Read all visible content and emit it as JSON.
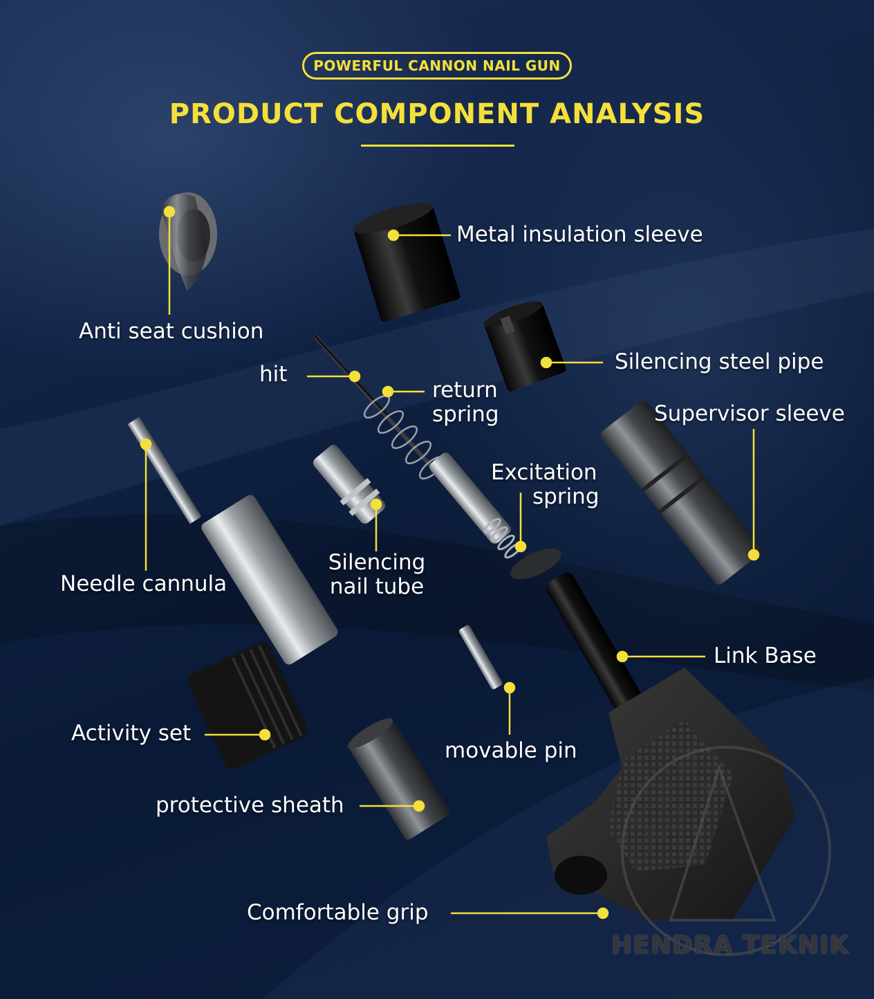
{
  "header": {
    "tag": "POWERFUL CANNON NAIL GUN",
    "title": "PRODUCT COMPONENT ANALYSIS"
  },
  "labels": {
    "metal_insulation_sleeve": "Metal insulation sleeve",
    "anti_seat_cushion": "Anti seat cushion",
    "silencing_steel_pipe": "Silencing steel pipe",
    "hit": "hit",
    "return_spring_l1": "return",
    "return_spring_l2": "spring",
    "supervisor_sleeve": "Supervisor sleeve",
    "excitation_spring_l1": "Excitation",
    "excitation_spring_l2": "spring",
    "silencing_nail_tube_l1": "Silencing",
    "silencing_nail_tube_l2": "nail tube",
    "needle_cannula": "Needle cannula",
    "link_base": "Link Base",
    "activity_set": "Activity set",
    "movable_pin": "movable pin",
    "protective_sheath": "protective sheath",
    "comfortable_grip": "Comfortable grip"
  },
  "watermark": {
    "text": "HENDRA TEKNIK"
  },
  "colors": {
    "accent": "#f4e03a",
    "label": "#ffffff",
    "background": "#0c1a33"
  }
}
